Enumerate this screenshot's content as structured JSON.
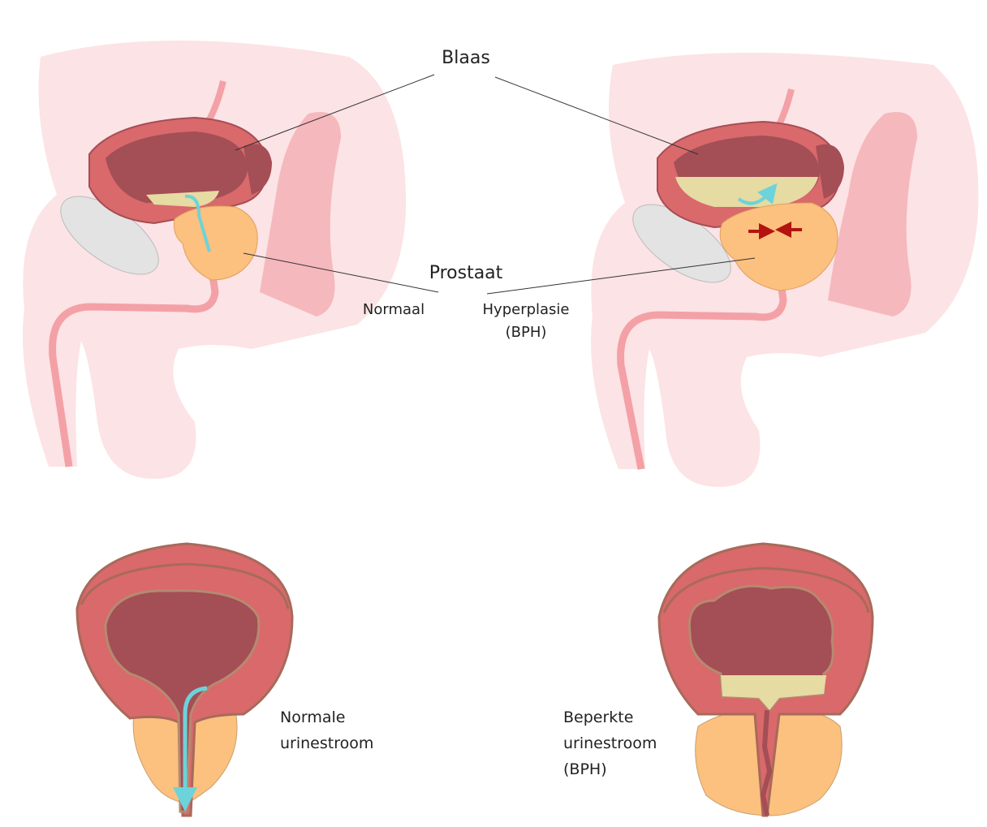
{
  "labels": {
    "bladder": "Blaas",
    "prostate": "Prostaat",
    "normal": "Normaal",
    "hyperplasia_line1": "Hyperplasie",
    "hyperplasia_line2": "(BPH)",
    "normal_flow_line1": "Normale",
    "normal_flow_line2": "urinestroom",
    "restricted_flow_line1": "Beperkte",
    "restricted_flow_line2": "urinestroom",
    "restricted_flow_line3": "(BPH)"
  },
  "colors": {
    "body": "#fce3e5",
    "bladder_wall": "#d9696b",
    "bladder_inner": "#a44e55",
    "prostate": "#fcc07f",
    "urine": "#e6dba2",
    "urethra": "#f3a1a6",
    "flow": "#6cd3da",
    "bone": "#e3e3e3",
    "compression_arrow": "#b3140f"
  }
}
